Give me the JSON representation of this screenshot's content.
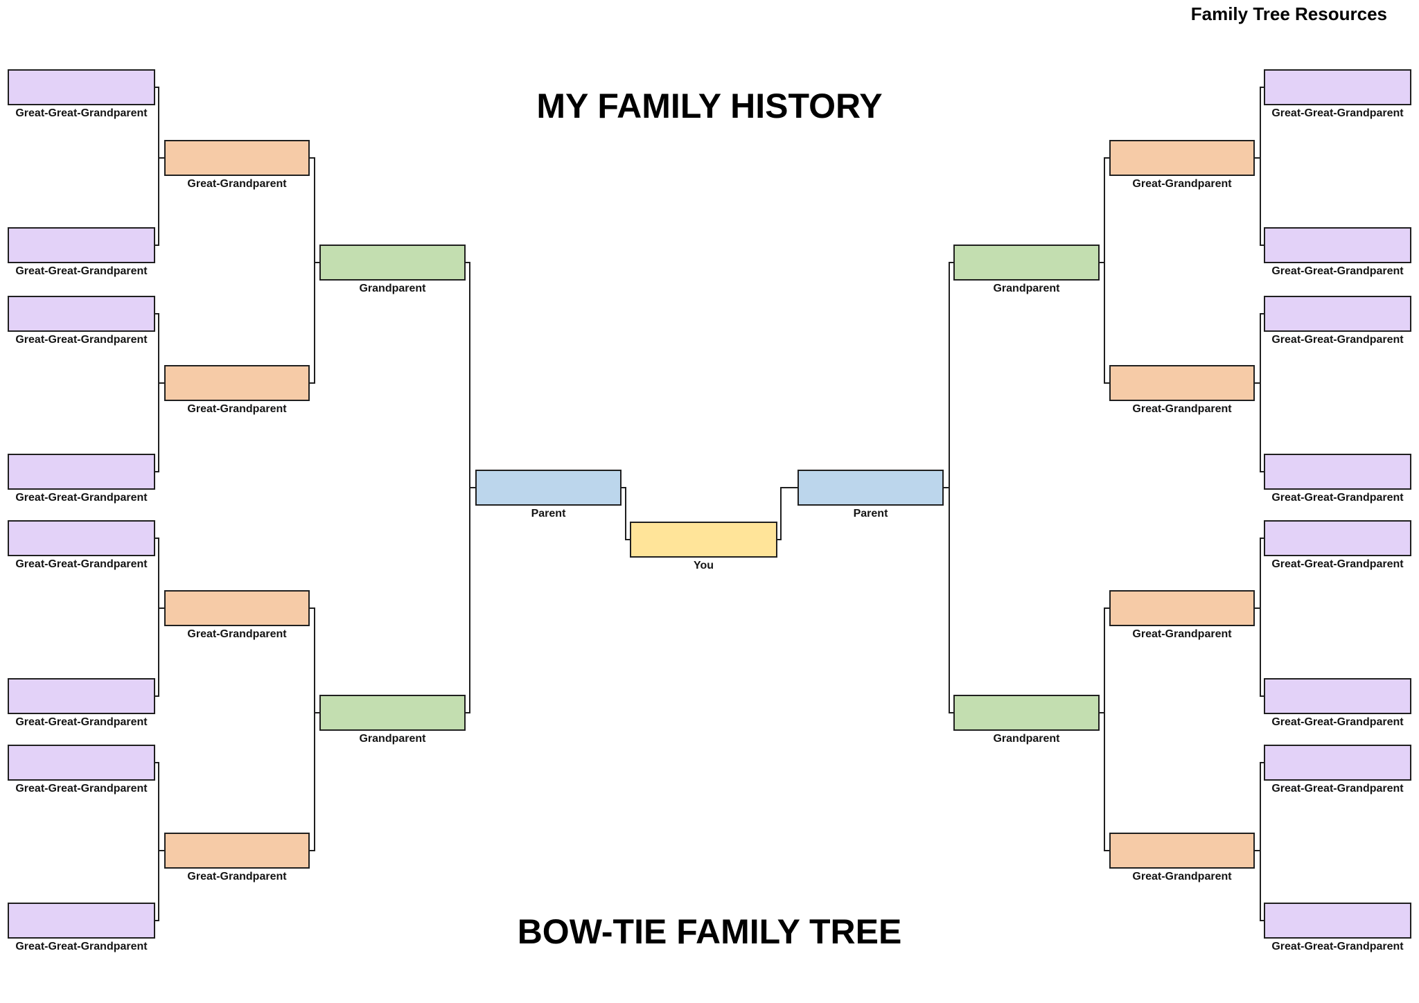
{
  "page": {
    "title": "MY FAMILY HISTORY",
    "subtitle": "BOW-TIE FAMILY TREE",
    "resources_label": "Family Tree Resources"
  },
  "labels": {
    "you": "You",
    "parent": "Parent",
    "grandparent": "Grandparent",
    "great_grandparent": "Great-Grandparent",
    "great_great_grandparent": "Great-Great-Grandparent"
  },
  "colors": {
    "you_fill": "#FFE499",
    "parent_fill": "#BCD6EC",
    "grandparent_fill": "#C3DEB0",
    "great_grandparent_fill": "#F6CBA7",
    "great_great_grandparent_fill": "#E3D2F8",
    "box_border": "#1F1F1F",
    "connector_line": "#1F1F1F",
    "title_text": "#000000",
    "background": "#FFFFFF"
  },
  "structure": {
    "generations": [
      "You",
      "Parent",
      "Grandparent",
      "Great-Grandparent",
      "Great-Great-Grandparent"
    ],
    "counts": {
      "you": 1,
      "parents": 2,
      "grandparents": 4,
      "great_grandparents": 8,
      "great_great_grandparents": 16
    }
  }
}
